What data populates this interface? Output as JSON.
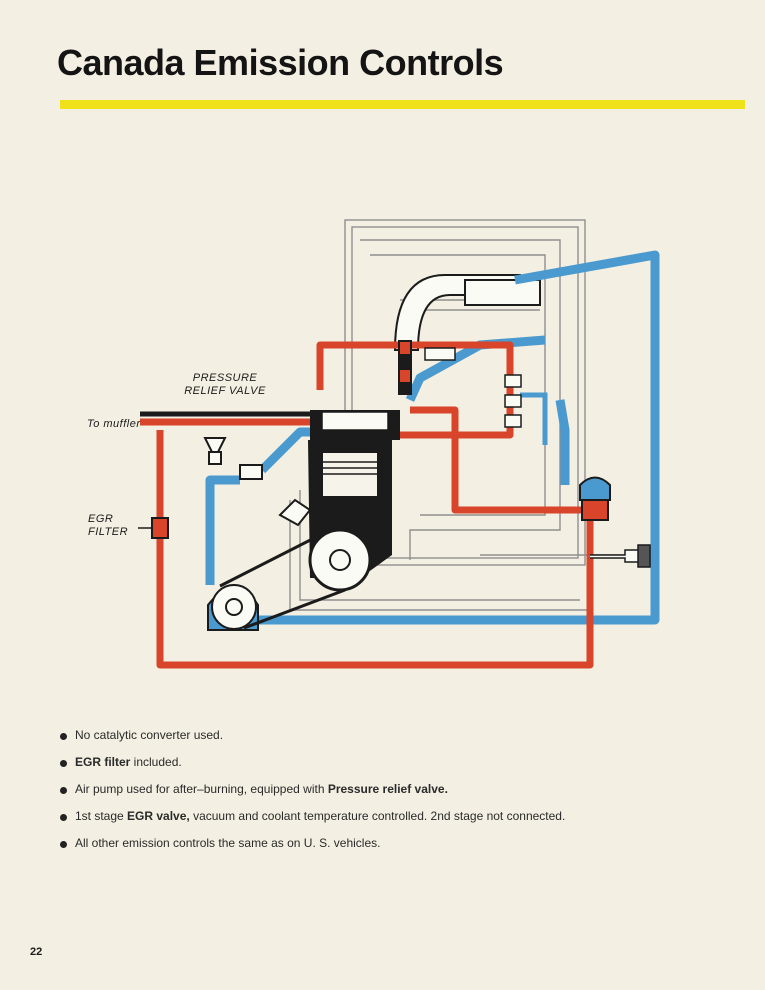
{
  "page": {
    "title": "Canada Emission Controls",
    "page_number": "22"
  },
  "diagram": {
    "labels": {
      "pressure_relief_valve_1": "PRESSURE",
      "pressure_relief_valve_2": "RELIEF VALVE",
      "to_muffler": "To muffler",
      "egr_filter_1": "EGR",
      "egr_filter_2": "FILTER"
    }
  },
  "bullets": [
    {
      "text": "No catalytic converter used."
    },
    {
      "bold": "EGR filter",
      "text": " included."
    },
    {
      "text": "Air pump used for after–burning, equipped with ",
      "bold": "Pressure relief valve."
    },
    {
      "text": "1st stage ",
      "bold": "EGR valve,",
      "text2": " vacuum and coolant temperature controlled. 2nd stage not connected."
    },
    {
      "text": "All other emission controls the same as on U. S. vehicles."
    }
  ],
  "colors": {
    "accent_yellow": "#f0e21a",
    "hot_line_red": "#d8452a",
    "air_line_blue": "#4a9ad0"
  }
}
